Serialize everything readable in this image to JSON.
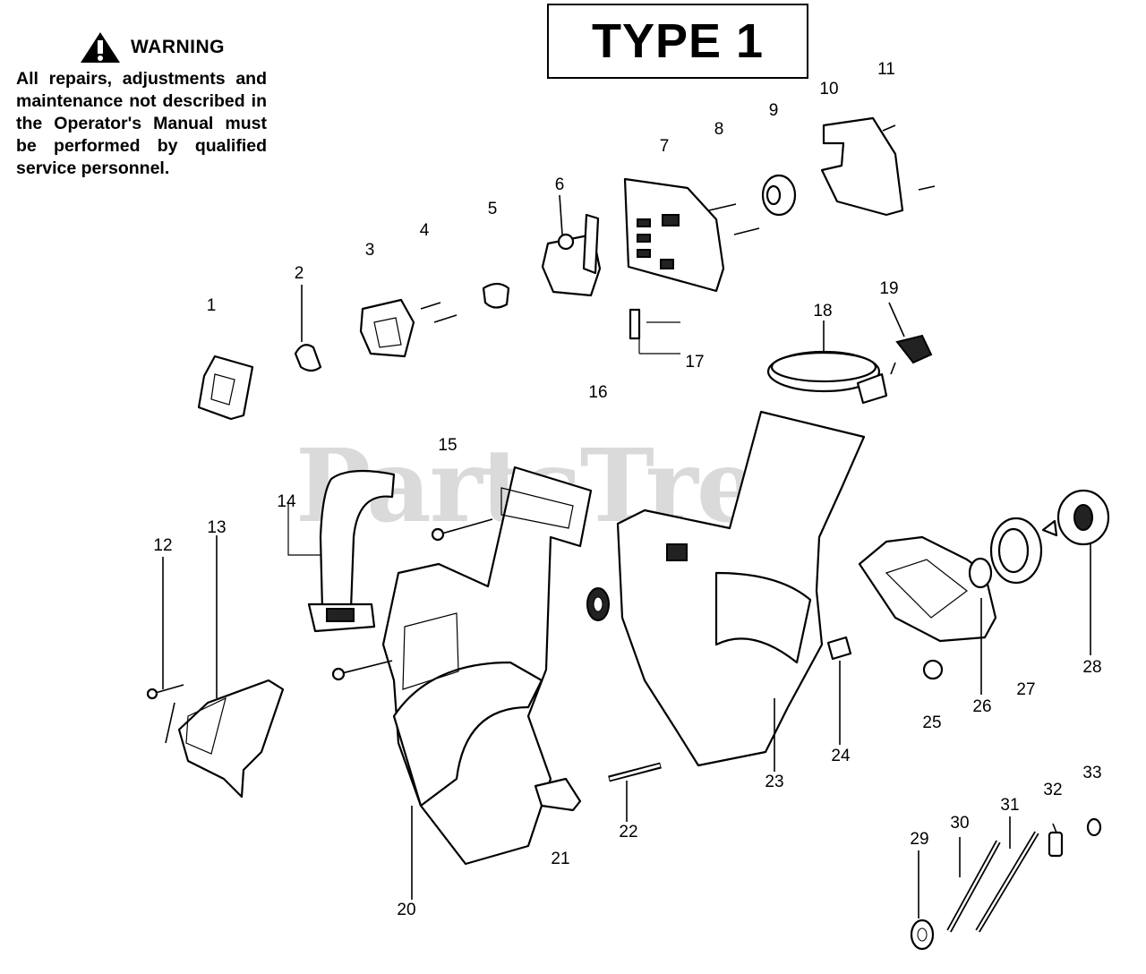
{
  "header": {
    "type_label": "TYPE 1"
  },
  "warning": {
    "title": "WARNING",
    "text": "All repairs, adjustments and maintenance not described in the Operator's Manual must be performed by qualified service personnel."
  },
  "watermark": "PartsTree",
  "callouts": [
    "1",
    "2",
    "3",
    "4",
    "5",
    "6",
    "7",
    "8",
    "9",
    "10",
    "11",
    "12",
    "13",
    "14",
    "15",
    "16",
    "17",
    "18",
    "19",
    "20",
    "21",
    "22",
    "23",
    "24",
    "25",
    "26",
    "27",
    "28",
    "29",
    "30",
    "31",
    "32",
    "33"
  ],
  "icons": {
    "warning": "warning-triangle-icon"
  }
}
